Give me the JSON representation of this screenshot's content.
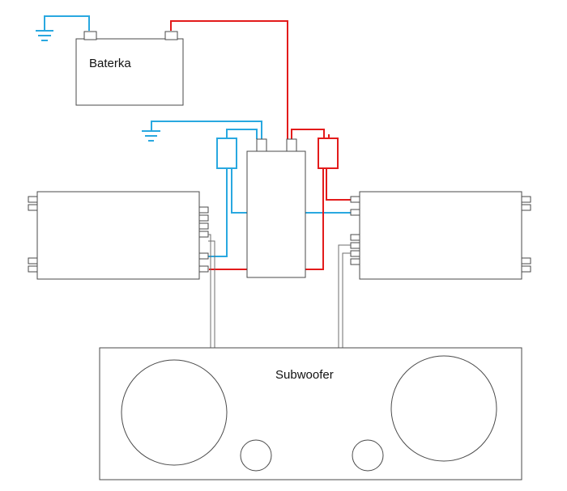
{
  "labels": {
    "battery": "Baterka",
    "subwoofer": "Subwoofer"
  },
  "colors": {
    "positive_wire": "#e31b1b",
    "ground_wire": "#29a8e0",
    "signal_wire": "#6e6e6e",
    "outline": "#4a4a4a"
  },
  "components": [
    "battery",
    "ground-symbol",
    "distribution-block",
    "fuse",
    "amplifier-left",
    "amplifier-right",
    "subwoofer-enclosure",
    "speaker-cone",
    "port-tube"
  ]
}
